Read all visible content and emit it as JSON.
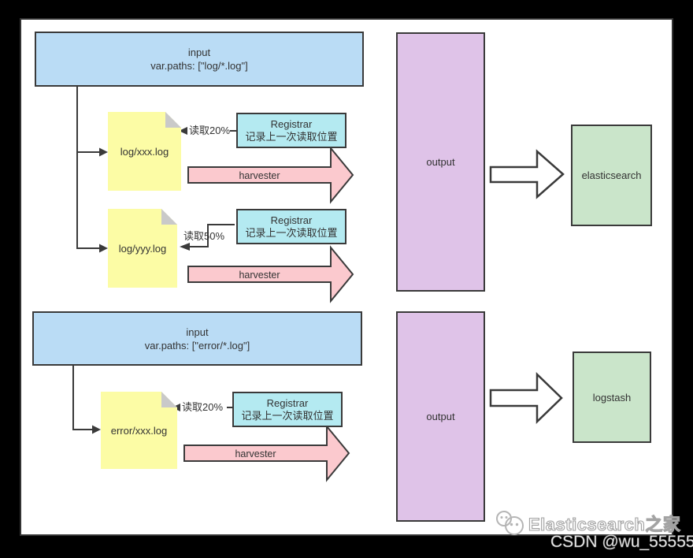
{
  "colors": {
    "frame_bg": "#000000",
    "canvas_bg": "#ffffff",
    "stroke": "#3a3a3a",
    "input_fill": "#badcf5",
    "note_fill": "#fcfca5",
    "note_fold": "#c9c9c9",
    "registrar_fill": "#b4eaf1",
    "harvester_fill": "#fbc9ce",
    "output_fill": "#dfc3e8",
    "destination_fill": "#cae5ca"
  },
  "flows": {
    "flow1": {
      "input": {
        "title": "input",
        "paths": "var.paths: [\"log/*.log\"]"
      },
      "files": [
        {
          "name": "log/xxx.log",
          "read": "读取20%"
        },
        {
          "name": "log/yyy.log",
          "read": "读取50%"
        }
      ],
      "registrar": {
        "title": "Registrar",
        "subtitle": "记录上一次读取位置"
      },
      "harvester": "harvester",
      "output": "output",
      "destination": "elasticsearch"
    },
    "flow2": {
      "input": {
        "title": "input",
        "paths": "var.paths: [\"error/*.log\"]"
      },
      "files": [
        {
          "name": "error/xxx.log",
          "read": "读取20%"
        }
      ],
      "registrar": {
        "title": "Registrar",
        "subtitle": "记录上一次读取位置"
      },
      "harvester": "harvester",
      "output": "output",
      "destination": "logstash"
    }
  },
  "watermark": {
    "brand": "Elasticsearch之家",
    "credit": "CSDN @wu_55555"
  }
}
